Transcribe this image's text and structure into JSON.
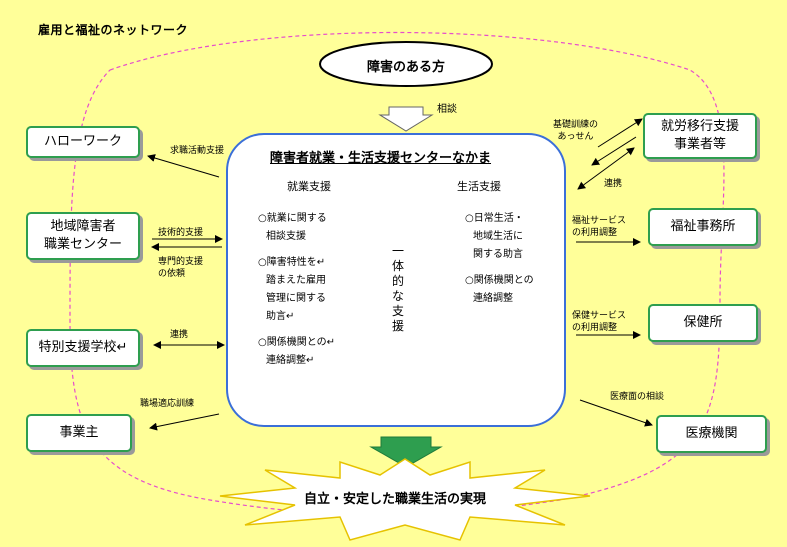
{
  "title": "雇用と福祉のネットワーク",
  "top_oval": "障害のある方",
  "consult_label": "相談",
  "center": {
    "title": "障害者就業・生活支援センターなかま",
    "left_header": "就業支援",
    "right_header": "生活支援",
    "left_items": [
      "○就業に関する",
      "相談支援",
      "",
      "○障害特性を↵",
      "踏まえた雇用",
      "管理に関する",
      "助言↵",
      "",
      "○関係機関との↵",
      "連絡調整↵"
    ],
    "right_items": [
      "○日常生活・",
      "地域生活に",
      "関する助言",
      "",
      "○関係機関との",
      "連絡調整"
    ],
    "middle_chars": [
      "一",
      "体",
      "的",
      "な",
      "支",
      "援"
    ]
  },
  "left_orgs": {
    "hellowork": "ハローワーク",
    "vocational_center": [
      "地域障害者",
      "職業センター"
    ],
    "special_school": "特別支援学校↵",
    "employer": "事業主"
  },
  "right_orgs": {
    "transition_support": [
      "就労移行支援",
      "事業者等"
    ],
    "welfare_office": "福祉事務所",
    "health_center": "保健所",
    "medical": "医療機関"
  },
  "links": {
    "job_search_support": "求職活動支援",
    "technical_support": "技術的支援",
    "specialized_support": [
      "専門的支援",
      "の依頼"
    ],
    "cooperation_school": "連携",
    "workplace_training": "職場適応訓練",
    "basic_training": [
      "基礎訓練の",
      "あっせん"
    ],
    "cooperation_transition": "連携",
    "welfare_services": [
      "福祉サービス",
      "の利用調整"
    ],
    "health_services": [
      "保健サービス",
      "の利用調整"
    ],
    "medical_consult": "医療面の相談"
  },
  "result": "自立・安定した職業生活の実現",
  "colors": {
    "background": "#ffff99",
    "org_border": "#2e9e4f",
    "center_border": "#3b6fd8",
    "employment_border": "#8b1a8b",
    "life_border": "#e07b00",
    "arrow_green": "#2e9e4f",
    "dashed_loop": "#e64dcc"
  }
}
